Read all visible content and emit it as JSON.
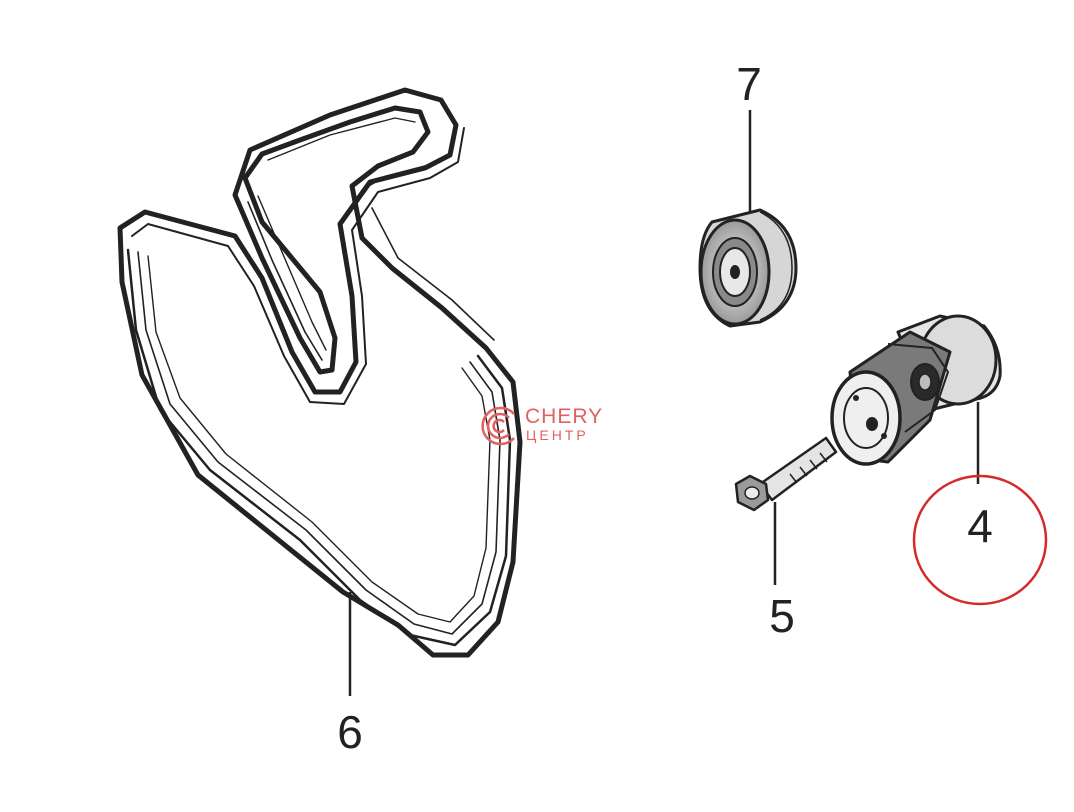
{
  "diagram": {
    "callouts": [
      {
        "id": "belt",
        "label": "6"
      },
      {
        "id": "idler_pulley",
        "label": "7"
      },
      {
        "id": "tensioner",
        "label": "4",
        "highlighted": true
      },
      {
        "id": "bolt",
        "label": "5"
      }
    ],
    "watermark": {
      "line1": "CHERY",
      "line2": "ЦЕНТР"
    },
    "colors": {
      "ink": "#222222",
      "highlight_circle": "#d42a2a",
      "watermark": "#e26060",
      "background": "#ffffff"
    }
  }
}
